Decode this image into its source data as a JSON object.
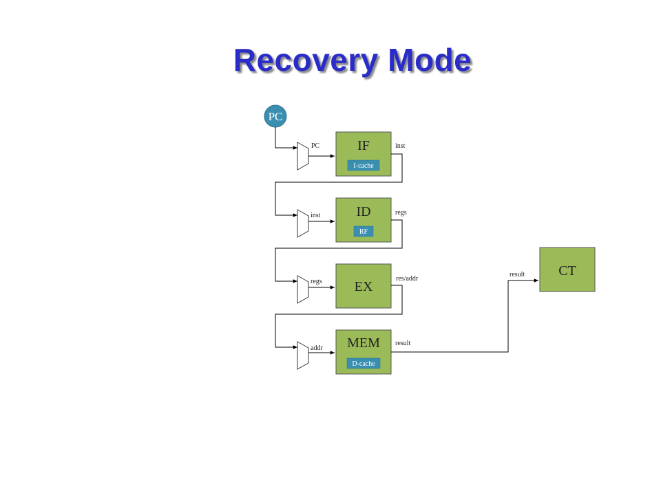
{
  "title": "Recovery Mode",
  "pc_node": "PC",
  "stages": {
    "if": {
      "label": "IF",
      "sub": "I-cache",
      "in_label": "PC",
      "out_label": "inst"
    },
    "id": {
      "label": "ID",
      "sub": "RF",
      "in_label": "inst",
      "out_label": "regs"
    },
    "ex": {
      "label": "EX",
      "in_label": "regs",
      "out_label": "res/addr"
    },
    "mem": {
      "label": "MEM",
      "sub": "D-cache",
      "in_label": "addr",
      "out_label": "result"
    }
  },
  "ct": {
    "label": "CT",
    "in_label": "result"
  },
  "colors": {
    "stage": "#9bbb59",
    "unit": "#3a8fb0",
    "title": "#2a2cc8"
  }
}
